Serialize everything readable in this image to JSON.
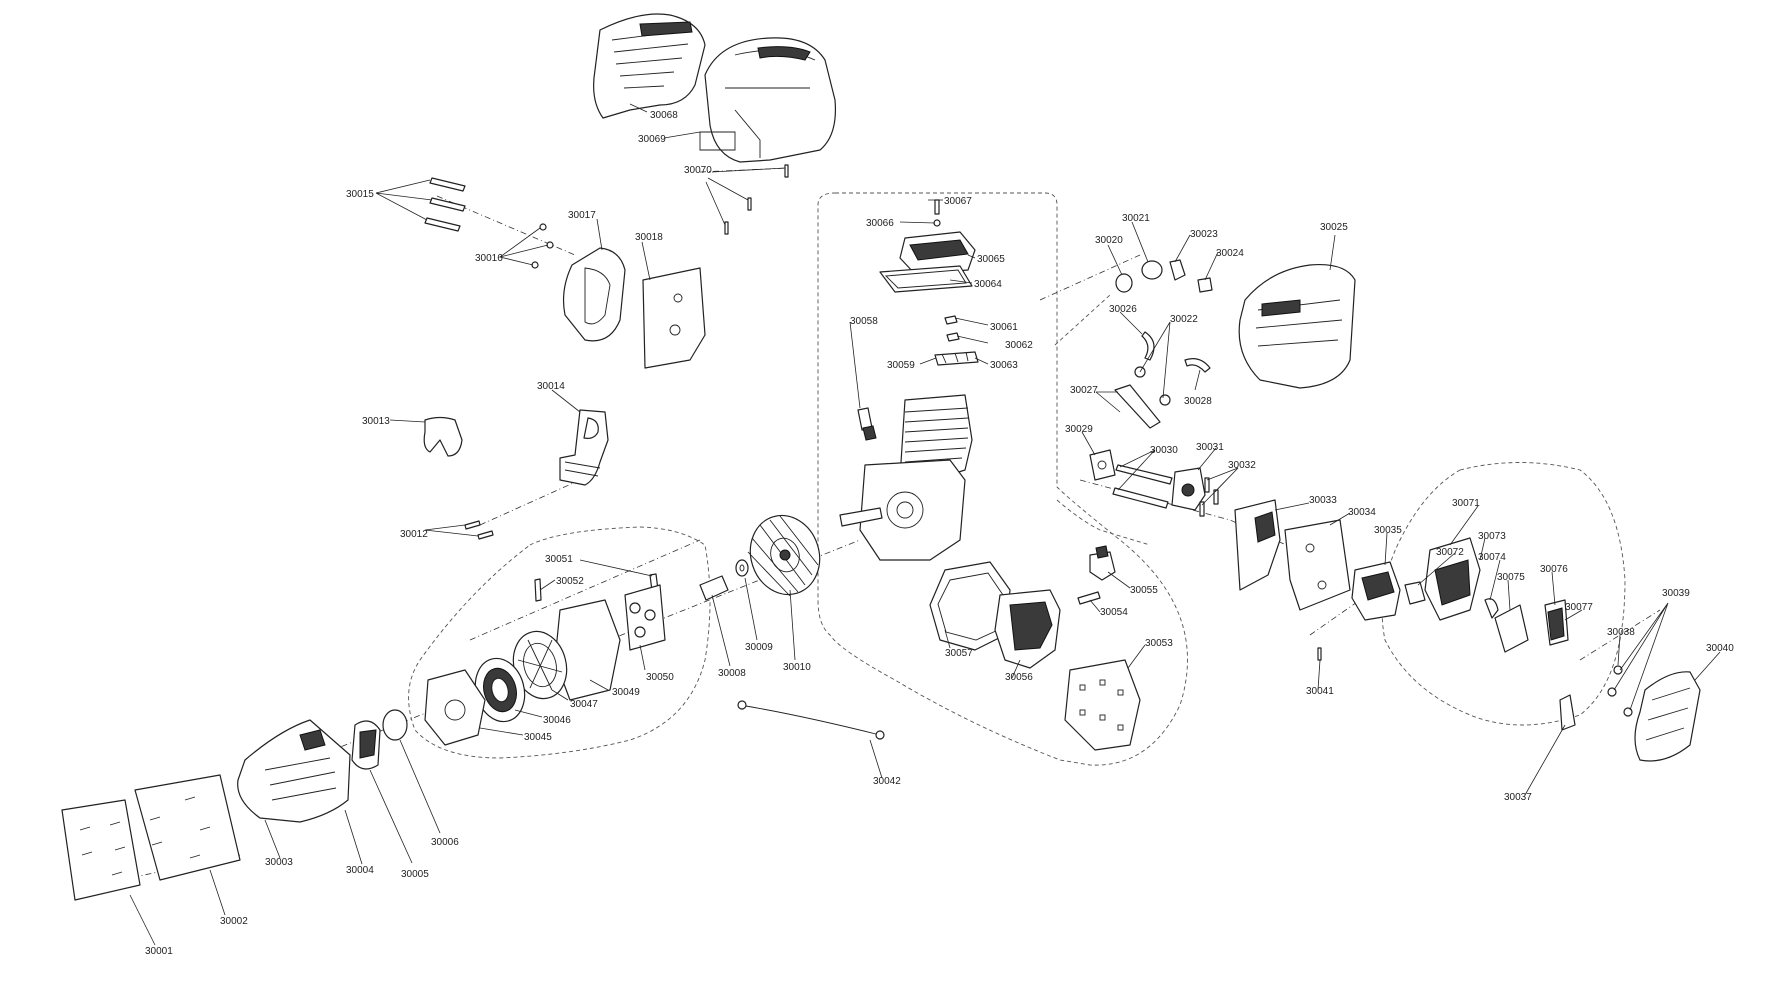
{
  "diagram": {
    "type": "exploded-parts-view",
    "line_color": "#222222",
    "background": "#ffffff",
    "callouts": [
      {
        "id": "30068",
        "label": "30068"
      },
      {
        "id": "30069",
        "label": "30069"
      },
      {
        "id": "30070",
        "label": "30070"
      },
      {
        "id": "30015",
        "label": "30015"
      },
      {
        "id": "30016",
        "label": "30016"
      },
      {
        "id": "30017",
        "label": "30017"
      },
      {
        "id": "30018",
        "label": "30018"
      },
      {
        "id": "30014",
        "label": "30014"
      },
      {
        "id": "30013",
        "label": "30013"
      },
      {
        "id": "30012",
        "label": "30012"
      },
      {
        "id": "30067",
        "label": "30067"
      },
      {
        "id": "30066",
        "label": "30066"
      },
      {
        "id": "30065",
        "label": "30065"
      },
      {
        "id": "30064",
        "label": "30064"
      },
      {
        "id": "30058",
        "label": "30058"
      },
      {
        "id": "30061",
        "label": "30061"
      },
      {
        "id": "30062",
        "label": "30062"
      },
      {
        "id": "30059",
        "label": "30059"
      },
      {
        "id": "30063",
        "label": "30063"
      },
      {
        "id": "30021",
        "label": "30021"
      },
      {
        "id": "30020",
        "label": "30020"
      },
      {
        "id": "30023",
        "label": "30023"
      },
      {
        "id": "30024",
        "label": "30024"
      },
      {
        "id": "30025",
        "label": "30025"
      },
      {
        "id": "30026",
        "label": "30026"
      },
      {
        "id": "30022",
        "label": "30022"
      },
      {
        "id": "30027",
        "label": "30027"
      },
      {
        "id": "30028",
        "label": "30028"
      },
      {
        "id": "30029",
        "label": "30029"
      },
      {
        "id": "30030",
        "label": "30030"
      },
      {
        "id": "30031",
        "label": "30031"
      },
      {
        "id": "30032",
        "label": "30032"
      },
      {
        "id": "30033",
        "label": "30033"
      },
      {
        "id": "30034",
        "label": "30034"
      },
      {
        "id": "30035",
        "label": "30035"
      },
      {
        "id": "30071",
        "label": "30071"
      },
      {
        "id": "30073",
        "label": "30073"
      },
      {
        "id": "30072",
        "label": "30072"
      },
      {
        "id": "30074",
        "label": "30074"
      },
      {
        "id": "30075",
        "label": "30075"
      },
      {
        "id": "30076",
        "label": "30076"
      },
      {
        "id": "30077",
        "label": "30077"
      },
      {
        "id": "30039",
        "label": "30039"
      },
      {
        "id": "30038",
        "label": "30038"
      },
      {
        "id": "30040",
        "label": "30040"
      },
      {
        "id": "30037",
        "label": "30037"
      },
      {
        "id": "30041",
        "label": "30041"
      },
      {
        "id": "30055",
        "label": "30055"
      },
      {
        "id": "30054",
        "label": "30054"
      },
      {
        "id": "30053",
        "label": "30053"
      },
      {
        "id": "30057",
        "label": "30057"
      },
      {
        "id": "30056",
        "label": "30056"
      },
      {
        "id": "30051",
        "label": "30051"
      },
      {
        "id": "30052",
        "label": "30052"
      },
      {
        "id": "30050",
        "label": "30050"
      },
      {
        "id": "30049",
        "label": "30049"
      },
      {
        "id": "30047",
        "label": "30047"
      },
      {
        "id": "30046",
        "label": "30046"
      },
      {
        "id": "30045",
        "label": "30045"
      },
      {
        "id": "30008",
        "label": "30008"
      },
      {
        "id": "30009",
        "label": "30009"
      },
      {
        "id": "30010",
        "label": "30010"
      },
      {
        "id": "30042",
        "label": "30042"
      },
      {
        "id": "30006",
        "label": "30006"
      },
      {
        "id": "30005",
        "label": "30005"
      },
      {
        "id": "30004",
        "label": "30004"
      },
      {
        "id": "30003",
        "label": "30003"
      },
      {
        "id": "30002",
        "label": "30002"
      },
      {
        "id": "30001",
        "label": "30001"
      }
    ]
  }
}
